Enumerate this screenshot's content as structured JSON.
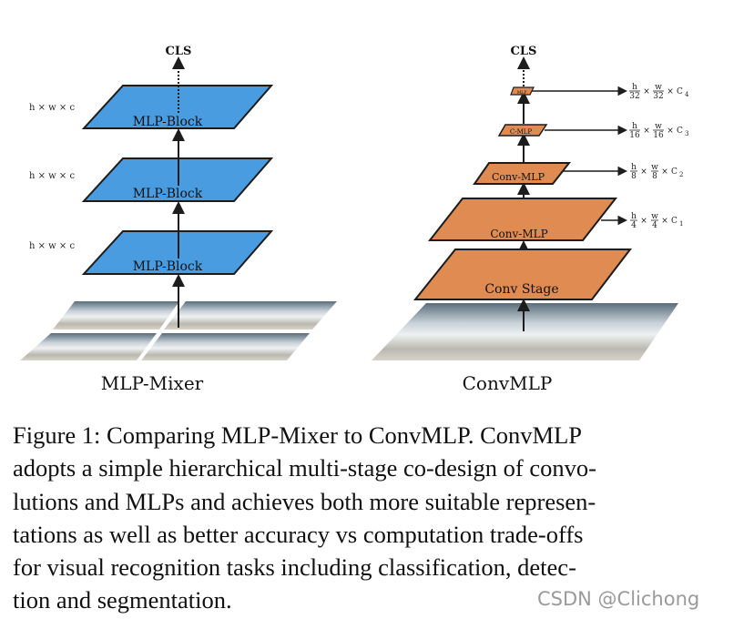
{
  "colors": {
    "mlp_fill": "#4a9ce0",
    "conv_fill": "#e08b52",
    "stroke": "#1c1c1c"
  },
  "left_panel": {
    "cls": "CLS",
    "title": "MLP-Mixer",
    "dims": [
      "h × w × c",
      "h × w × c",
      "h × w × c"
    ],
    "blocks": [
      "MLP-Block",
      "MLP-Block",
      "MLP-Block"
    ]
  },
  "right_panel": {
    "cls": "CLS",
    "title": "ConvMLP",
    "stage_labels": [
      "Conv Stage",
      "Conv-MLP",
      "Conv-MLP",
      "C-MLP",
      "MLP"
    ],
    "dims": [
      {
        "h": "h",
        "hden": "4",
        "w": "w",
        "wden": "4",
        "c": "C",
        "sub": "1"
      },
      {
        "h": "h",
        "hden": "8",
        "w": "w",
        "wden": "8",
        "c": "C",
        "sub": "2"
      },
      {
        "h": "h",
        "hden": "16",
        "w": "w",
        "wden": "16",
        "c": "C",
        "sub": "3"
      },
      {
        "h": "h",
        "hden": "32",
        "w": "w",
        "wden": "32",
        "c": "C",
        "sub": "4"
      }
    ]
  },
  "caption_lines": [
    "Figure 1: Comparing MLP-Mixer to ConvMLP. ConvMLP",
    "adopts a simple hierarchical multi-stage co-design of convo-",
    "lutions and MLPs and achieves both more suitable represen-",
    "tations as well as better accuracy vs computation trade-offs",
    "for visual recognition tasks including classification, detec-",
    "tion and segmentation."
  ],
  "watermark": "CSDN @Clichong"
}
